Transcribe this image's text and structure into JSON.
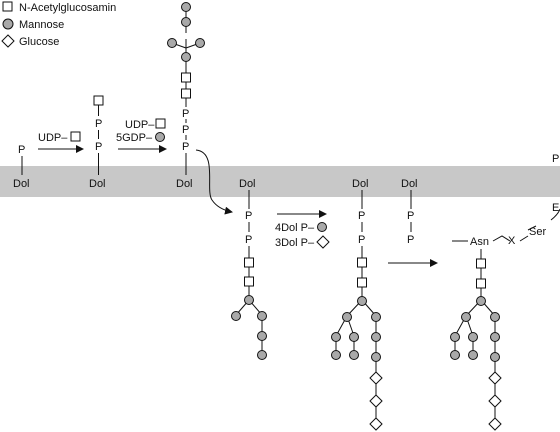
{
  "legend": {
    "items": [
      {
        "shape": "square",
        "icon": "square-icon",
        "label": "N-Acetylglucosamin"
      },
      {
        "shape": "circle",
        "icon": "circle-icon",
        "label": "Mannose"
      },
      {
        "shape": "diamond",
        "icon": "diamond-icon",
        "label": "Glucose"
      }
    ]
  },
  "labels": {
    "p": "P",
    "dol": "Dol",
    "udp_glcnac": "UDP–",
    "udp2": "UDP–",
    "gdp": "5GDP–",
    "dolp_man": "4Dol P–",
    "dolp_glc": "3Dol P–",
    "asn": "Asn",
    "x": "X",
    "ser": "Ser",
    "edge_p": "P",
    "edge_e": "E"
  },
  "colors": {
    "membrane": "#c8c8c8",
    "mannose_fill": "#a9a9a9",
    "stroke": "#111111",
    "background": "#ffffff"
  }
}
